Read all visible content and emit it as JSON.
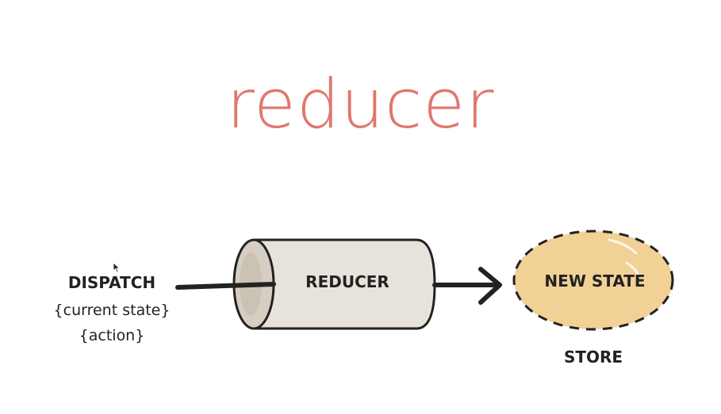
{
  "title": "reducer",
  "dispatch": {
    "label": "DISPATCH",
    "line1": "{current state}",
    "line2": "{action}"
  },
  "reducer_label": "REDUCER",
  "new_state_label": "NEW STATE",
  "store_label": "STORE",
  "colors": {
    "title": "#e0776d",
    "cylinder_fill": "#e8e3da",
    "cylinder_end": "#d6cec3",
    "blob_fill": "#f2d196",
    "ink": "#222222"
  }
}
